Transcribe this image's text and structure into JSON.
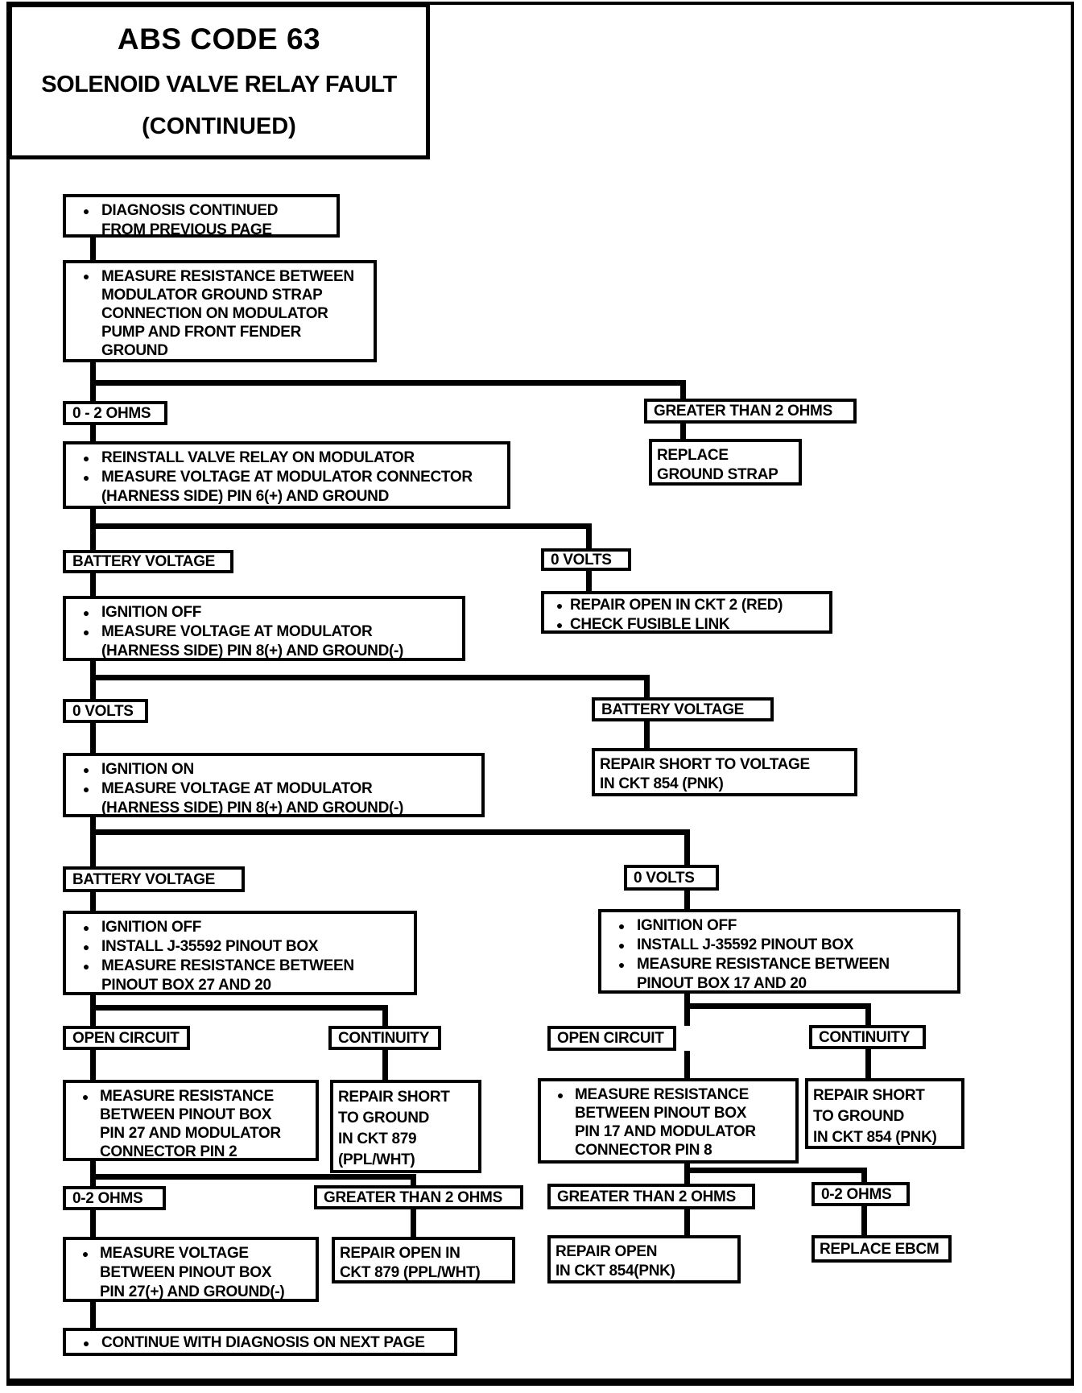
{
  "colors": {
    "ink": "#000000",
    "paper": "#ffffff"
  },
  "glyphs": {
    "bullet": "●"
  },
  "title": {
    "line1": "ABS CODE 63",
    "line2": "SOLENOID VALVE RELAY FAULT",
    "line3": "(CONTINUED)"
  },
  "nodes": {
    "diagnosis_continued": {
      "bullets": [
        [
          "DIAGNOSIS CONTINUED",
          "FROM PREVIOUS PAGE"
        ]
      ]
    },
    "measure_ground_strap": {
      "bullets": [
        [
          "MEASURE RESISTANCE BETWEEN",
          "MODULATOR GROUND STRAP",
          "CONNECTION ON MODULATOR",
          "PUMP AND FRONT FENDER",
          "GROUND"
        ]
      ]
    },
    "replace_ground_strap": {
      "lines": [
        "REPLACE",
        "GROUND STRAP"
      ]
    },
    "reinstall_valve_relay": {
      "bullets": [
        [
          "REINSTALL VALVE RELAY ON MODULATOR"
        ],
        [
          "MEASURE VOLTAGE AT MODULATOR CONNECTOR",
          "(HARNESS SIDE) PIN 6(+) AND GROUND"
        ]
      ]
    },
    "repair_open_ckt2": {
      "bullets": [
        [
          "REPAIR OPEN IN CKT 2 (RED)"
        ],
        [
          "CHECK FUSIBLE LINK"
        ]
      ]
    },
    "ignition_off_pin8": {
      "bullets": [
        [
          "IGNITION OFF"
        ],
        [
          "MEASURE VOLTAGE AT MODULATOR",
          "(HARNESS SIDE) PIN 8(+) AND GROUND(-)"
        ]
      ]
    },
    "repair_short_voltage_854": {
      "lines": [
        "REPAIR SHORT TO VOLTAGE",
        "IN CKT 854 (PNK)"
      ]
    },
    "ignition_on_pin8": {
      "bullets": [
        [
          "IGNITION ON"
        ],
        [
          "MEASURE VOLTAGE AT MODULATOR",
          "(HARNESS SIDE) PIN 8(+) AND GROUND(-)"
        ]
      ]
    },
    "pinout_27_20": {
      "bullets": [
        [
          "IGNITION OFF"
        ],
        [
          "INSTALL J-35592 PINOUT BOX"
        ],
        [
          "MEASURE RESISTANCE BETWEEN",
          "PINOUT BOX 27 AND 20"
        ]
      ]
    },
    "pinout_17_20": {
      "bullets": [
        [
          "IGNITION OFF"
        ],
        [
          "INSTALL J-35592 PINOUT BOX"
        ],
        [
          "MEASURE RESISTANCE BETWEEN",
          "PINOUT BOX 17 AND 20"
        ]
      ]
    },
    "measure_pin27_mod2": {
      "bullets": [
        [
          "MEASURE RESISTANCE",
          "BETWEEN PINOUT BOX",
          "PIN 27 AND MODULATOR",
          "CONNECTOR PIN 2"
        ]
      ]
    },
    "repair_short_879": {
      "lines": [
        "REPAIR SHORT",
        "TO GROUND",
        "IN CKT 879",
        "(PPL/WHT)"
      ]
    },
    "measure_pin17_mod8": {
      "bullets": [
        [
          "MEASURE RESISTANCE",
          "BETWEEN PINOUT BOX",
          "PIN 17 AND MODULATOR",
          "CONNECTOR PIN 8"
        ]
      ]
    },
    "repair_short_854": {
      "lines": [
        "REPAIR SHORT",
        "TO GROUND",
        "IN CKT 854 (PNK)"
      ]
    },
    "measure_voltage_pin27": {
      "bullets": [
        [
          "MEASURE VOLTAGE",
          "BETWEEN PINOUT BOX",
          "PIN 27(+) AND GROUND(-)"
        ]
      ]
    },
    "repair_open_879": {
      "lines": [
        "REPAIR OPEN  IN",
        "CKT 879 (PPL/WHT)"
      ]
    },
    "repair_open_854": {
      "lines": [
        "REPAIR OPEN",
        "IN CKT 854(PNK)"
      ]
    },
    "replace_ebcm": {
      "lines": [
        "REPLACE EBCM"
      ]
    },
    "continue_next_page": {
      "bullets": [
        [
          "CONTINUE WITH DIAGNOSIS ON NEXT PAGE"
        ]
      ]
    }
  },
  "labels": {
    "ohms_0_2_a": "0 - 2 OHMS",
    "greater_2_ohms_a": "GREATER THAN 2 OHMS",
    "battery_voltage_a": "BATTERY VOLTAGE",
    "volts_0_a": "0 VOLTS",
    "volts_0_b": "0 VOLTS",
    "battery_voltage_b": "BATTERY VOLTAGE",
    "battery_voltage_c": "BATTERY VOLTAGE",
    "volts_0_c": "0 VOLTS",
    "open_circuit_a": "OPEN CIRCUIT",
    "continuity_a": "CONTINUITY",
    "open_circuit_b": "OPEN CIRCUIT",
    "continuity_b": "CONTINUITY",
    "ohms_0_2_b": "0-2  OHMS",
    "greater_2_ohms_b": "GREATER THAN 2 OHMS",
    "greater_2_ohms_c": "GREATER THAN 2 OHMS",
    "ohms_0_2_c": "0-2 OHMS"
  }
}
